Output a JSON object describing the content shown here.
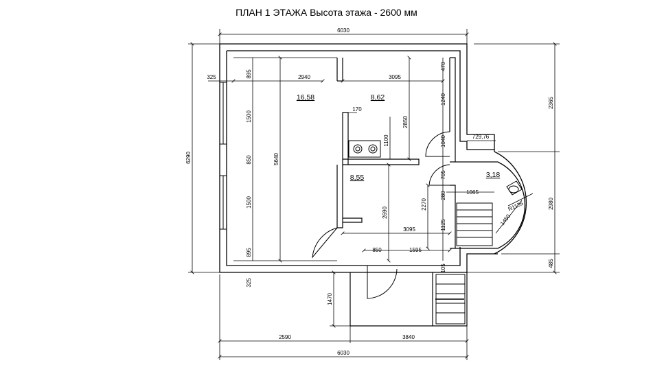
{
  "title": "ПЛАН  1 ЭТАЖА  Высота этажа  - 2600 мм",
  "rooms": {
    "living": "16,58",
    "kitchen": "8,62",
    "bath": "8,55",
    "hall": "3,18"
  },
  "dims": {
    "top_total": "6030",
    "bottom_total": "6030",
    "bottom_left": "2590",
    "bottom_right": "3840",
    "left_total": "6290",
    "right_top": "2365",
    "right_mid": "2980",
    "right_bottom": "485",
    "living_width": "2940",
    "kitchen_width": "3095",
    "hall_width": "3095",
    "left_offset": "325",
    "left_offset_bottom": "325",
    "top_seg": "895",
    "window_1": "1500",
    "pier": "850",
    "window_2": "1500",
    "bottom_seg": "895",
    "inner_height": "5640",
    "partition": "170",
    "kitchen_depth": "2850",
    "stove": "1100",
    "bath_depth": "2690",
    "r_470": "470",
    "r_1240": "1240",
    "r_1040": "1040",
    "r_705": "705",
    "r_280": "280",
    "r_1125": "1125",
    "r_2270": "2270",
    "r_105": "105",
    "angle": "729,76",
    "stair_w": "1065",
    "radius": "R1135",
    "diag": "1450",
    "door_850": "850",
    "seg_1595": "1595",
    "porch": "1470"
  }
}
